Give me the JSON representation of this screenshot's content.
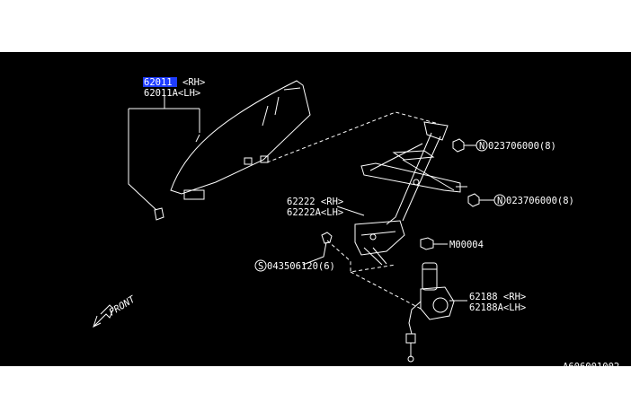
{
  "labels": {
    "glass_pn": "62011",
    "glass_rh": "<RH>",
    "glass_lh": "62011A<LH>",
    "regulator_rh": "62222 <RH>",
    "regulator_lh": "62222A<LH>",
    "nut_top": "023706000(8)",
    "nut_top_badge": "N",
    "nut_mid": "023706000(8)",
    "nut_mid_badge": "N",
    "bolt_m": "M00004",
    "screw": "043506120(6)",
    "screw_badge": "S",
    "motor_rh": "62188 <RH>",
    "motor_lh": "62188A<LH>",
    "front": "FRONT",
    "diagram_id": "A606001002"
  },
  "colors": {
    "background": "#000000",
    "page": "#ffffff",
    "line": "#ffffff",
    "highlight": "#1f3dff"
  }
}
